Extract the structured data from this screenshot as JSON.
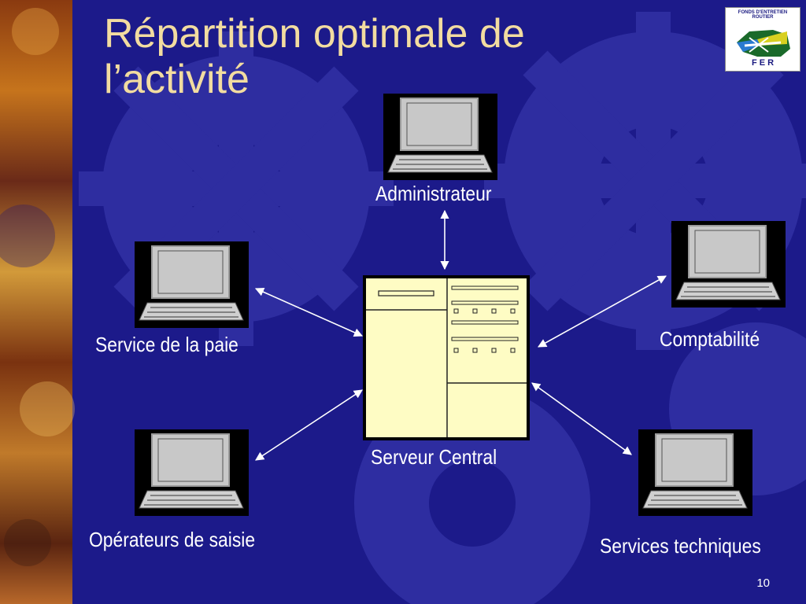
{
  "slide": {
    "title_line1": "Répartition optimale de",
    "title_line2": "l’activité",
    "page_number": "10"
  },
  "logo": {
    "arc_text": "FONDS D'ENTRETIEN ROUTIER",
    "acronym": "F E R"
  },
  "diagram": {
    "nodes": [
      {
        "id": "administrateur",
        "label": "Administrateur",
        "icon": "laptop-icon"
      },
      {
        "id": "service-paie",
        "label": "Service de la paie",
        "icon": "laptop-icon"
      },
      {
        "id": "comptabilite",
        "label": "Comptabilité",
        "icon": "laptop-icon"
      },
      {
        "id": "operateurs-saisie",
        "label": "Opérateurs de saisie",
        "icon": "laptop-icon"
      },
      {
        "id": "services-techniques",
        "label": "Services techniques",
        "icon": "laptop-icon"
      },
      {
        "id": "serveur-central",
        "label": "Serveur Central",
        "icon": "server-icon"
      }
    ],
    "edges": [
      {
        "from": "serveur-central",
        "to": "administrateur",
        "direction": "bidirectional"
      },
      {
        "from": "serveur-central",
        "to": "service-paie",
        "direction": "bidirectional"
      },
      {
        "from": "serveur-central",
        "to": "comptabilite",
        "direction": "bidirectional"
      },
      {
        "from": "serveur-central",
        "to": "operateurs-saisie",
        "direction": "bidirectional"
      },
      {
        "from": "serveur-central",
        "to": "services-techniques",
        "direction": "bidirectional"
      }
    ]
  },
  "colors": {
    "background": "#1c1a8a",
    "gear": "#3a3ab0",
    "title": "#f2dca0",
    "label": "#ffffff",
    "server_fill": "#fefcc4"
  }
}
